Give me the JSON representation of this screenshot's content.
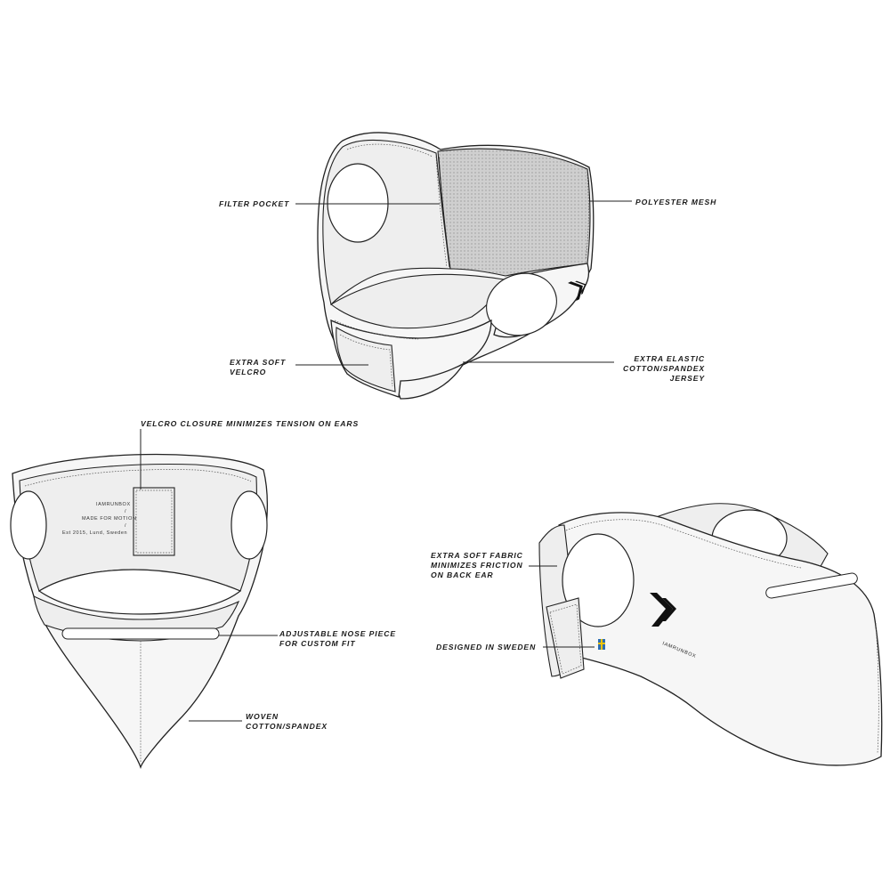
{
  "labels": {
    "filter_pocket": "FILTER POCKET",
    "polyester_mesh": "POLYESTER MESH",
    "extra_soft_velcro_1": "EXTRA SOFT",
    "extra_soft_velcro_2": "VELCRO",
    "extra_elastic_1": "EXTRA ELASTIC",
    "extra_elastic_2": "COTTON/SPANDEX",
    "extra_elastic_3": "JERSEY",
    "velcro_closure": "VELCRO CLOSURE MINIMIZES TENSION ON EARS",
    "nose_piece_1": "ADJUSTABLE NOSE PIECE",
    "nose_piece_2": "FOR CUSTOM FIT",
    "woven_1": "WOVEN",
    "woven_2": "COTTON/SPANDEX",
    "soft_fabric_1": "EXTRA SOFT FABRIC",
    "soft_fabric_2": "MINIMIZES FRICTION",
    "soft_fabric_3": "ON BACK EAR",
    "designed_in_sweden": "DESIGNED IN SWEDEN"
  },
  "inner_tag": {
    "line1": "IAMRUNBOX",
    "line2": "/",
    "line3": "MADE FOR MOTION",
    "line4": "/",
    "line5": "Est 2015, Lund, Sweden"
  },
  "brand_text": "IAMRUNBOX",
  "colors": {
    "line": "#222222",
    "mesh": "#c8c8c8",
    "fabric": "#f6f6f6"
  },
  "icons": {
    "logo": "iamrunbox-chevron-logo",
    "flag": "sweden-flag-tag"
  }
}
